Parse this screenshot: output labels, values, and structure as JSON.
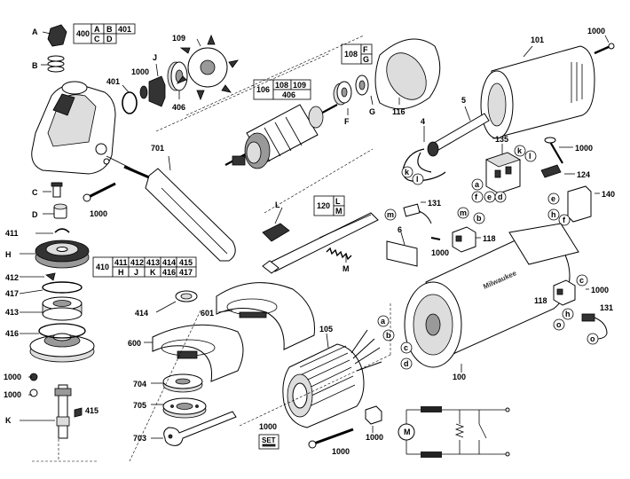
{
  "labels": {
    "A": "A",
    "B": "B",
    "C": "C",
    "D": "D",
    "H": "H",
    "J": "J",
    "K": "K",
    "F": "F",
    "G": "G",
    "L": "L",
    "M": "M",
    "p101": "101",
    "p1000": "1000",
    "p109": "109",
    "p401": "401",
    "p406": "406",
    "p116": "116",
    "p4": "4",
    "p5": "5",
    "p135": "135",
    "p124": "124",
    "p140": "140",
    "p701": "701",
    "p411": "411",
    "p412": "412",
    "p417": "417",
    "p413": "413",
    "p416": "416",
    "p415": "415",
    "p414": "414",
    "p601": "601",
    "p600": "600",
    "p704": "704",
    "p705": "705",
    "p703": "703",
    "p105": "105",
    "p100": "100",
    "p118": "118",
    "p131": "131",
    "p6": "6"
  },
  "circled": {
    "a": "a",
    "b": "b",
    "c": "c",
    "d": "d",
    "e": "e",
    "f": "f",
    "h": "h",
    "k": "k",
    "l": "l",
    "m": "m",
    "o": "o"
  },
  "tables": {
    "t400": {
      "head": "400",
      "r1": [
        "A",
        "B",
        "401"
      ],
      "r2": [
        "C",
        "D",
        ""
      ]
    },
    "t106": {
      "head": "106",
      "r1": [
        "108",
        "109"
      ],
      "r2": [
        "406"
      ]
    },
    "t108": {
      "head": "108",
      "r1": [
        "F"
      ],
      "r2": [
        "G"
      ]
    },
    "t120": {
      "head": "120",
      "r1": [
        "L"
      ],
      "r2": [
        "M"
      ]
    },
    "t410": {
      "head": "410",
      "r1": [
        "411",
        "412",
        "413",
        "414",
        "415"
      ],
      "r2": [
        "H",
        "J",
        "K",
        "416",
        "417"
      ]
    }
  },
  "set_box": {
    "code": "1000",
    "label": "SET"
  },
  "brand": "Milwaukee"
}
